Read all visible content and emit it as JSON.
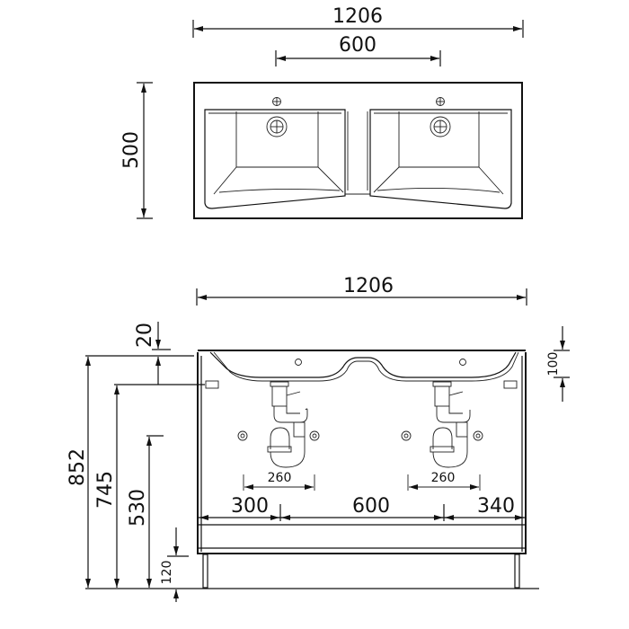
{
  "top_view": {
    "width_overall": "1206",
    "tap_spacing": "600",
    "depth": "500"
  },
  "front_view": {
    "width_overall": "1206",
    "top_thickness": "20",
    "bowl_depth": "100",
    "height_total": "852",
    "height_to_counter": "745",
    "height_drain": "530",
    "leg_height": "120",
    "trap_width_left": "260",
    "trap_width_right": "260",
    "offset_left": "300",
    "drain_spacing": "600",
    "offset_right": "340"
  },
  "colors": {
    "line": "#111111",
    "background": "#ffffff"
  }
}
